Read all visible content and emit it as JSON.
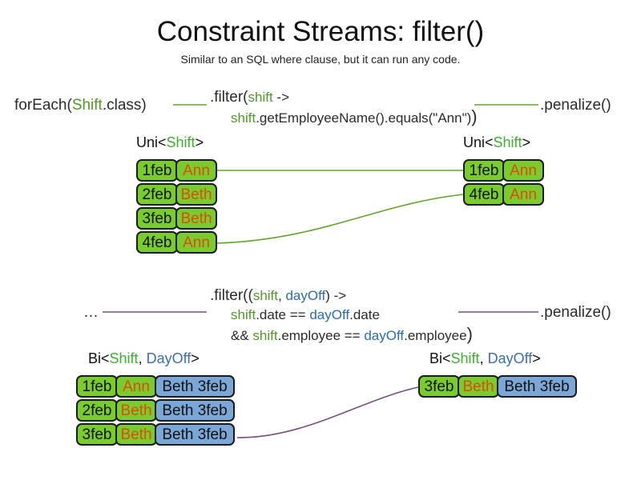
{
  "slide": {
    "title": "Constraint Streams: filter()",
    "subtitle": "Similar to an SQL where clause, but it can run any code."
  },
  "colors": {
    "green_fill": "#79CC2C",
    "blue_fill": "#7BA7D7",
    "green_line": "#5FA62B",
    "purple_line": "#7A4F7F",
    "name_text": "#E04A12",
    "shift_token": "#4f9a26",
    "dayoff_token": "#2b6cb0"
  },
  "uni_row": {
    "source_label": {
      "prefix": "forEach(",
      "type": "Shift",
      "suffix": ".class)"
    },
    "filter_code": {
      "line1_a": ".filter(",
      "line1_b": "shift",
      "line1_c": " ->",
      "line2_a": "shift",
      "line2_b": ".getEmployeeName().equals(\"Ann\")",
      "line2_c": ")"
    },
    "penalize_label": ".penalize()",
    "input_type_label": {
      "prefix": "Uni<",
      "type": "Shift",
      "suffix": ">"
    },
    "output_type_label": {
      "prefix": "Uni<",
      "type": "Shift",
      "suffix": ">"
    },
    "input_tuples": [
      {
        "date": "1feb",
        "name": "Ann"
      },
      {
        "date": "2feb",
        "name": "Beth"
      },
      {
        "date": "3feb",
        "name": "Beth"
      },
      {
        "date": "4feb",
        "name": "Ann"
      }
    ],
    "output_tuples": [
      {
        "date": "1feb",
        "name": "Ann"
      },
      {
        "date": "4feb",
        "name": "Ann"
      }
    ]
  },
  "bi_row": {
    "source_label": "…",
    "filter_code": {
      "line1_a": ".filter((",
      "line1_b": "shift",
      "line1_c": ", ",
      "line1_d": "dayOff",
      "line1_e": ") ->",
      "line2_a": "shift",
      "line2_b": ".date == ",
      "line2_c": "dayOff",
      "line2_d": ".date",
      "line3_a": "&& ",
      "line3_b": "shift",
      "line3_c": ".employee == ",
      "line3_d": "dayOff",
      "line3_e": ".employee",
      "line3_f": ")"
    },
    "penalize_label": ".penalize()",
    "input_type_label": {
      "prefix": "Bi<",
      "type_a": "Shift",
      "sep": ", ",
      "type_b": "DayOff",
      "suffix": ">"
    },
    "output_type_label": {
      "prefix": "Bi<",
      "type_a": "Shift",
      "sep": ", ",
      "type_b": "DayOff",
      "suffix": ">"
    },
    "input_tuples": [
      {
        "date": "1feb",
        "name": "Ann",
        "dayoff": "Beth 3feb"
      },
      {
        "date": "2feb",
        "name": "Beth",
        "dayoff": "Beth 3feb"
      },
      {
        "date": "3feb",
        "name": "Beth",
        "dayoff": "Beth 3feb"
      }
    ],
    "output_tuples": [
      {
        "date": "3feb",
        "name": "Beth",
        "dayoff": "Beth 3feb"
      }
    ]
  }
}
